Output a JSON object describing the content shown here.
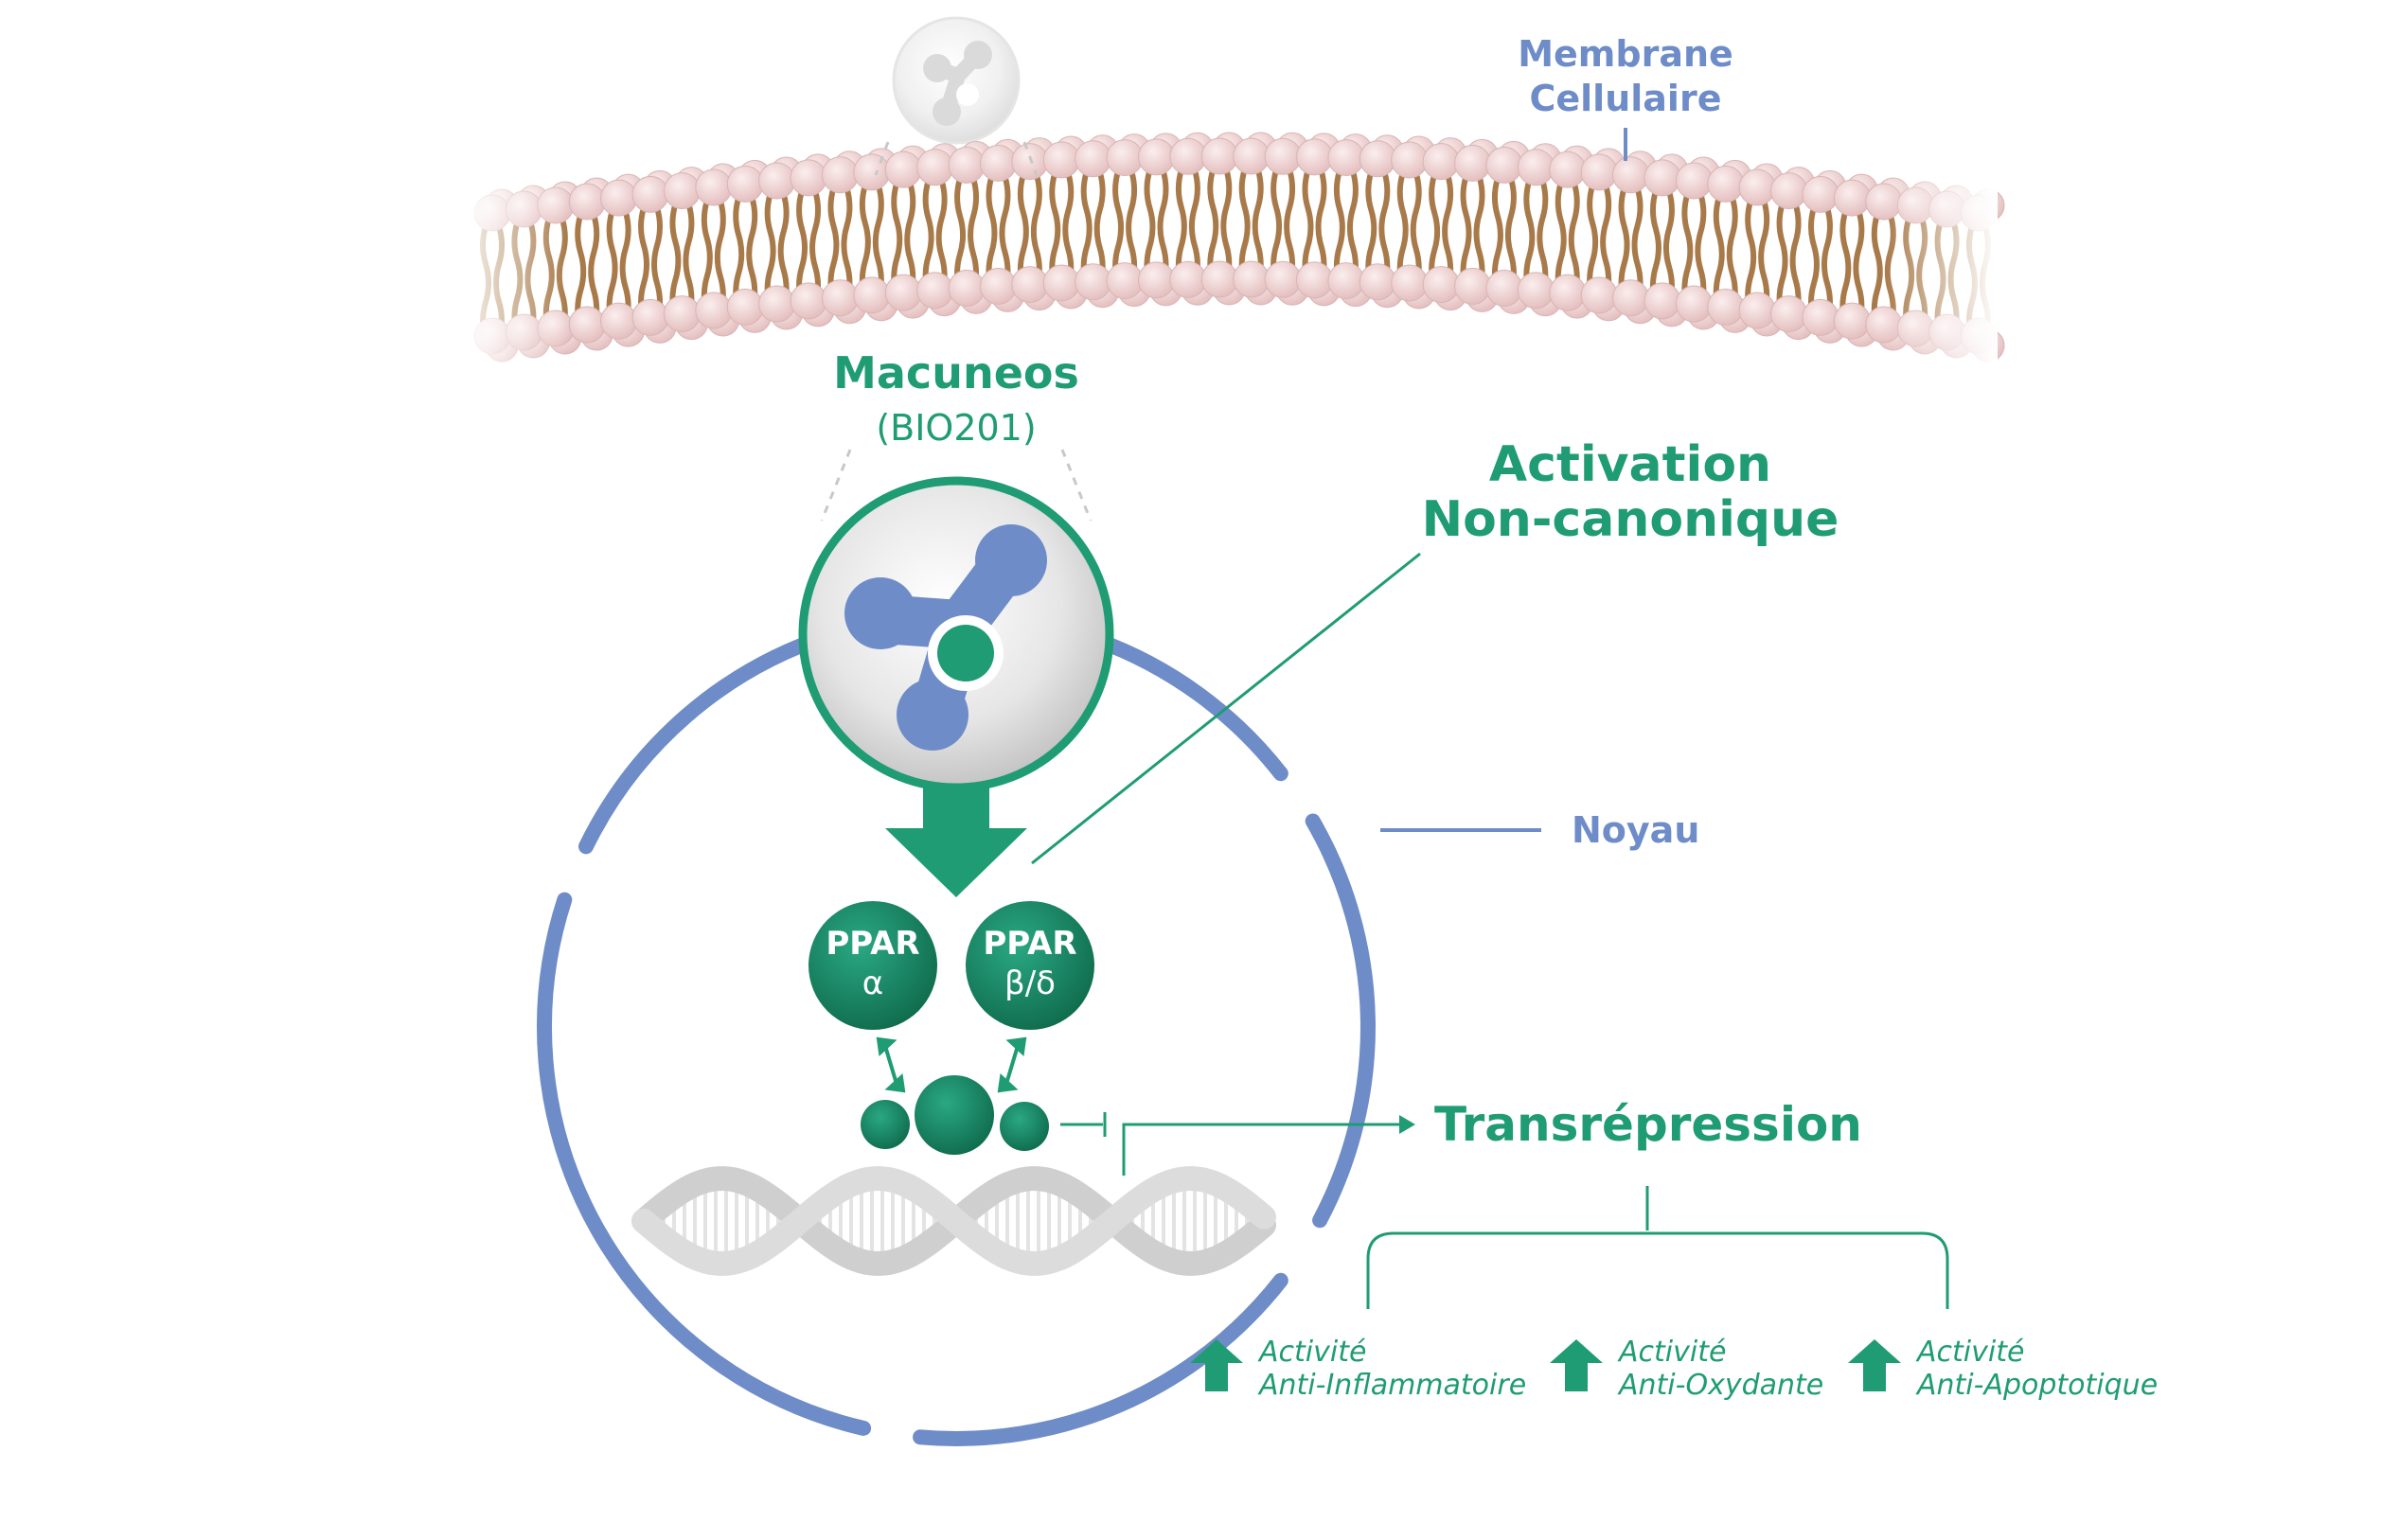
{
  "labels": {
    "membrane_line1": "Membrane",
    "membrane_line2": "Cellulaire",
    "compound_name": "Macuneos",
    "compound_code": "(BIO201)",
    "activation_line1": "Activation",
    "activation_line2": "Non-canonique",
    "nucleus": "Noyau",
    "ppar_alpha_top": "PPAR",
    "ppar_alpha_bottom": "α",
    "ppar_beta_top": "PPAR",
    "ppar_beta_bottom": "β/δ",
    "transrepression": "Transrépression"
  },
  "effects": [
    {
      "line1": "Activité",
      "line2": "Anti-Inflammatoire"
    },
    {
      "line1": "Activité",
      "line2": "Anti-Oxydante"
    },
    {
      "line1": "Activité",
      "line2": "Anti-Apoptotique"
    }
  ],
  "colors": {
    "green": "#1f9c73",
    "dark_green": "#157a58",
    "blue": "#6e8cc8",
    "membrane_head": "#f2d8d8",
    "membrane_tail": "#a87a4a",
    "dna": "#d8d8d8"
  }
}
